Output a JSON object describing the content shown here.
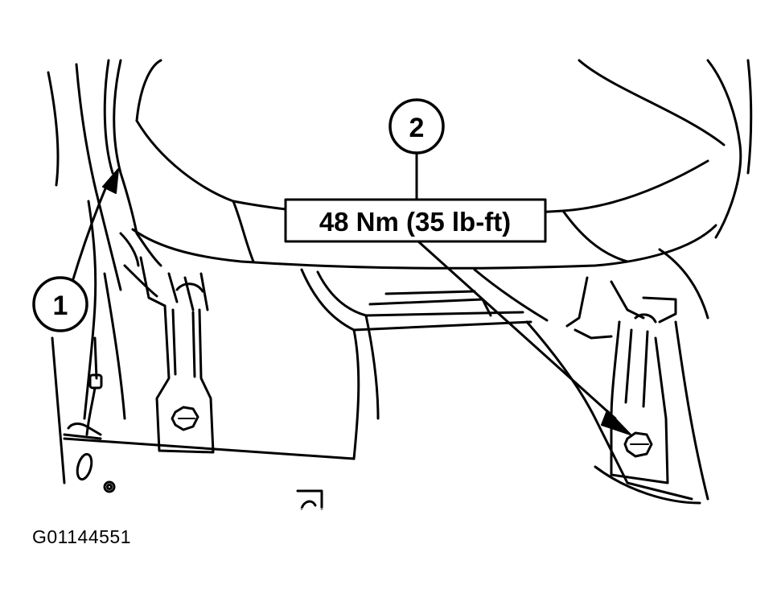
{
  "callouts": [
    {
      "id": "1"
    },
    {
      "id": "2",
      "torque": "48 Nm (35 lb-ft)"
    }
  ],
  "figure_id": "G01144551",
  "line_color": "#000000",
  "background": "#ffffff"
}
